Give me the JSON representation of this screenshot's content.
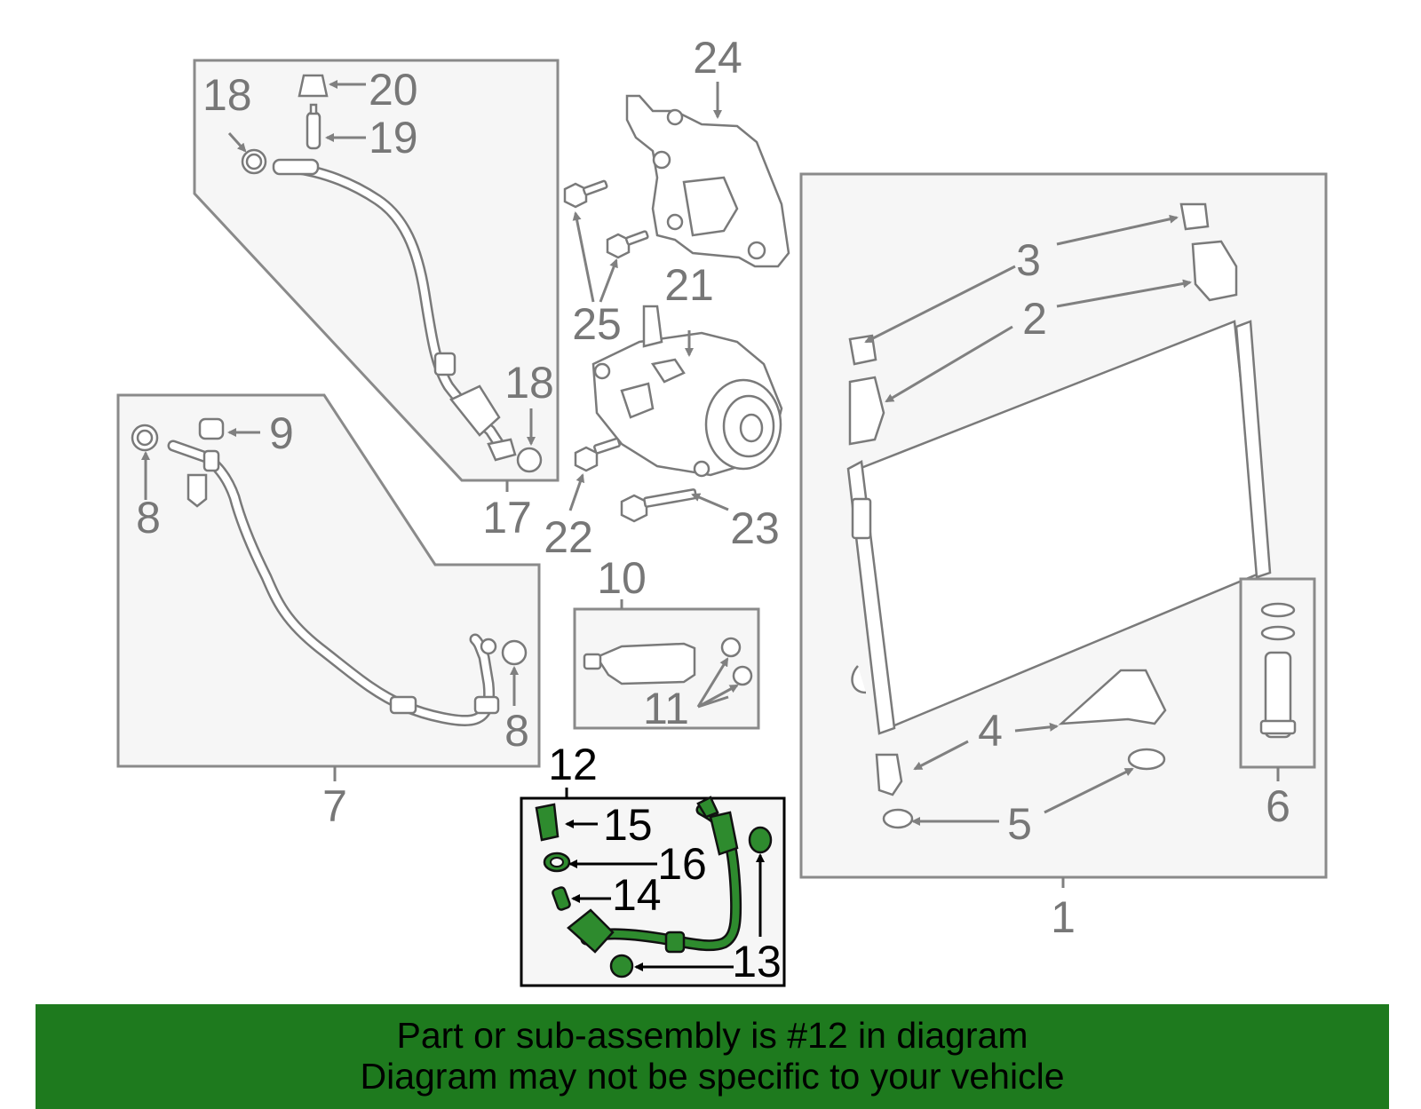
{
  "colors": {
    "highlight": "#2e8b2e",
    "banner_bg": "#1e7a1e",
    "parts_gray": "#7a7a7a",
    "box_fill": "#f6f6f6"
  },
  "callouts": {
    "c1": "1",
    "c2": "2",
    "c3": "3",
    "c4": "4",
    "c5": "5",
    "c6": "6",
    "c7": "7",
    "c8a": "8",
    "c8b": "8",
    "c9": "9",
    "c10": "10",
    "c11": "11",
    "c12": "12",
    "c13": "13",
    "c14": "14",
    "c15": "15",
    "c16": "16",
    "c17": "17",
    "c18a": "18",
    "c18b": "18",
    "c19": "19",
    "c20": "20",
    "c21": "21",
    "c22": "22",
    "c23": "23",
    "c24": "24",
    "c25": "25"
  },
  "highlighted_part": "12",
  "banner": {
    "line1": "Part or sub-assembly is #12 in diagram",
    "line2": "Diagram may not be specific to your vehicle"
  }
}
